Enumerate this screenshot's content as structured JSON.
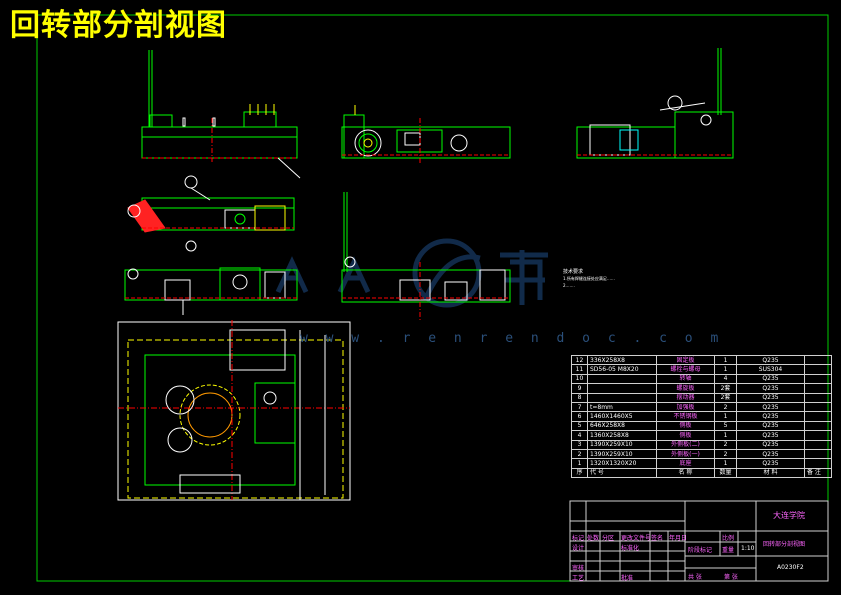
{
  "page": {
    "title": "回转部分剖视图"
  },
  "watermark": {
    "url": "w w w . r e n r e n d o c . c o m"
  },
  "notes": {
    "title": "技术要求",
    "lines": [
      "1.所有焊缝连接处应满足……",
      "2.……"
    ]
  },
  "bom": {
    "rows": [
      {
        "no": "12",
        "code": "336X258X8",
        "name": "固定板",
        "qty": "1",
        "mat": "Q235"
      },
      {
        "no": "11",
        "code": "SD56-05 M8X20",
        "name": "螺栓与螺母",
        "qty": "1",
        "mat": "SUS304"
      },
      {
        "no": "10",
        "code": "",
        "name": "转轴",
        "qty": "4",
        "mat": "Q235"
      },
      {
        "no": "9",
        "code": "",
        "name": "螺旋板",
        "qty": "2套",
        "mat": "Q235"
      },
      {
        "no": "8",
        "code": "",
        "name": "摆动器",
        "qty": "2套",
        "mat": "Q235"
      },
      {
        "no": "7",
        "code": "t=8mm",
        "name": "加强板",
        "qty": "2",
        "mat": "Q235"
      },
      {
        "no": "6",
        "code": "1460X1460X5",
        "name": "不锈钢板",
        "qty": "1",
        "mat": "Q235"
      },
      {
        "no": "5",
        "code": "646X258X8",
        "name": "侧板",
        "qty": "5",
        "mat": "Q235"
      },
      {
        "no": "4",
        "code": "1360X258X8",
        "name": "侧板",
        "qty": "1",
        "mat": "Q235"
      },
      {
        "no": "3",
        "code": "1390X259X10",
        "name": "外侧板(二)",
        "qty": "2",
        "mat": "Q235"
      },
      {
        "no": "2",
        "code": "1390X259X10",
        "name": "外侧板(一)",
        "qty": "2",
        "mat": "Q235"
      },
      {
        "no": "1",
        "code": "1320X1320X20",
        "name": "底座",
        "qty": "1",
        "mat": "Q235"
      }
    ],
    "header": {
      "no": "序",
      "code": "代  号",
      "name": "名  称",
      "qty": "数量",
      "mat": "材  料",
      "rem": "备  注"
    }
  },
  "title_block": {
    "school": "大连学院",
    "drawing_name": "回转部分剖视图",
    "drawing_no": "A0230F2",
    "scale": "1:10",
    "labels": {
      "mark": "标记",
      "count": "处数",
      "zone": "分区",
      "doc": "更改文件号",
      "sign": "签名",
      "date": "年月日",
      "design": "设计",
      "standard": "标准化",
      "check": "审核",
      "process": "工艺",
      "approve": "批准",
      "stage": "阶段标记",
      "weight": "重量",
      "ratio": "比例",
      "total": "共   张",
      "sheet": "第   张"
    }
  }
}
